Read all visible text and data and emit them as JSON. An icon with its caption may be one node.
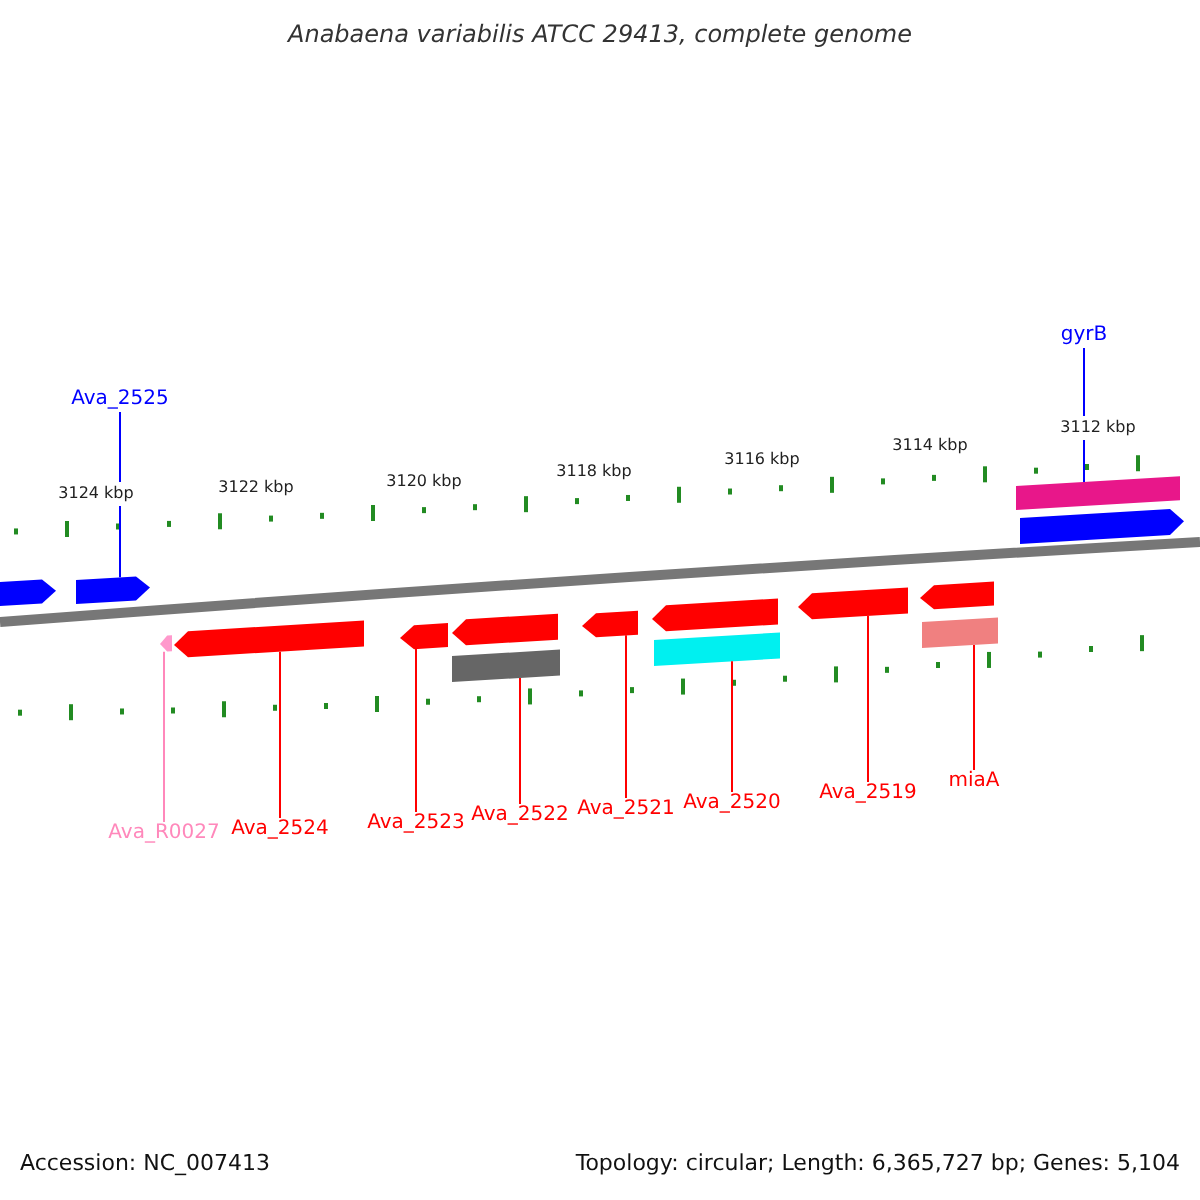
{
  "diagram": {
    "title": "Anabaena variabilis ATCC 29413, complete genome",
    "nodes": [
      {
        "text": [
          "Ava_2525"
        ]
      },
      {
        "text": [
          "gyrB"
        ]
      },
      {
        "text": [],
        "shape": "arrow"
      },
      {
        "text": [],
        "shape": "arrow"
      },
      {
        "text": [],
        "shape": "bar"
      },
      {
        "text": [],
        "shape": "arrow"
      },
      {
        "text": [],
        "shape": "arrow"
      },
      {
        "text": [],
        "shape": "arrow"
      },
      {
        "text": [],
        "shape": "arrow"
      },
      {
        "text": [],
        "shape": "arrow"
      },
      {
        "text": [],
        "shape": "bar"
      },
      {
        "text": [],
        "shape": "arrow"
      },
      {
        "text": [],
        "shape": "arrow"
      },
      {
        "text": [],
        "shape": "bar"
      },
      {
        "text": [],
        "shape": "arrow"
      },
      {
        "text": [],
        "shape": "arrow"
      },
      {
        "text": [],
        "shape": "bar"
      },
      {
        "text": [
          "Ava_R0027"
        ]
      },
      {
        "text": [
          "Ava_2524"
        ]
      },
      {
        "text": [
          "Ava_2523"
        ]
      },
      {
        "text": [
          "Ava_2522"
        ]
      },
      {
        "text": [
          "Ava_2521"
        ]
      },
      {
        "text": [
          "Ava_2520"
        ]
      },
      {
        "text": [
          "Ava_2519"
        ]
      },
      {
        "text": [
          "miaA"
        ]
      }
    ],
    "edges": [
      {
        "from": 0,
        "to": 3,
        "arrow": "none",
        "color": "#0000ff"
      },
      {
        "from": 1,
        "to": 4,
        "arrow": "none",
        "color": "#0000ff"
      },
      {
        "from": 17,
        "to": 6,
        "arrow": "none",
        "color": "#ff88bb"
      },
      {
        "from": 18,
        "to": 7,
        "arrow": "none"
      },
      {
        "from": 19,
        "to": 8,
        "arrow": "none"
      },
      {
        "from": 20,
        "to": 10,
        "arrow": "none"
      },
      {
        "from": 21,
        "to": 11,
        "arrow": "none"
      },
      {
        "from": 22,
        "to": 13,
        "arrow": "none"
      },
      {
        "from": 23,
        "to": 14,
        "arrow": "none"
      },
      {
        "from": 24,
        "to": 16,
        "arrow": "none"
      }
    ],
    "labels": [
      "3124 kbp",
      "3122 kbp",
      "3120 kbp",
      "3118 kbp",
      "3116 kbp",
      "3114 kbp",
      "3112 kbp",
      "Accession: NC_007413",
      "Topology: circular; Length: 6,365,727 bp; Genes: 5,104"
    ]
  }
}
